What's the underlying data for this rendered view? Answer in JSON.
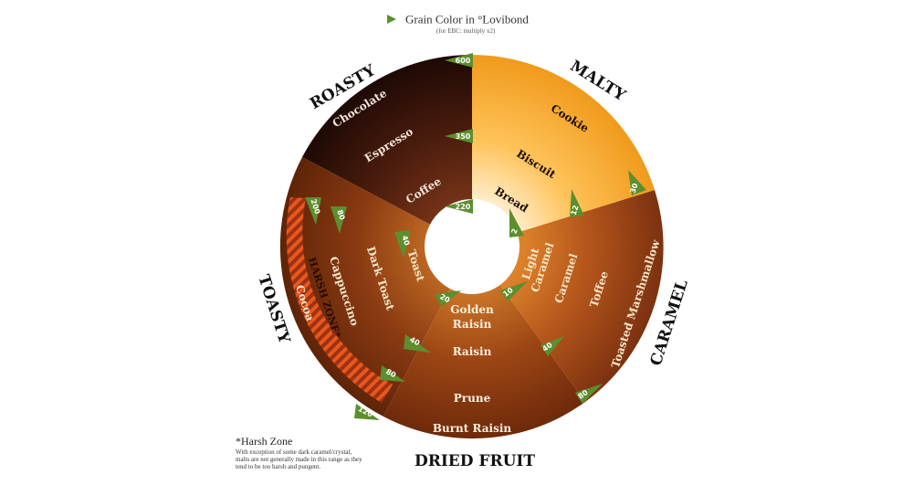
{
  "legend": {
    "title": "Grain Color in °Lovibond",
    "subtitle": "(for EBC: multiply x2)"
  },
  "note": {
    "title": "*Harsh Zone",
    "text_line1": "With exception of some dark caramel/crystal,",
    "text_line2": "malts are not generally made in this range as they",
    "text_line3": "tend to be too harsh and pungent."
  },
  "categories": {
    "roasty": "ROASTY",
    "malty": "MALTY",
    "caramel": "CARAMEL",
    "dried_fruit": "DRIED FRUIT",
    "toasty": "TOASTY"
  },
  "flavors": {
    "chocolate": "Chocolate",
    "espresso": "Espresso",
    "coffee": "Coffee",
    "cookie": "Cookie",
    "biscuit": "Biscuit",
    "bread": "Bread",
    "light_caramel_1": "Light",
    "light_caramel_2": "Caramel",
    "caramel": "Caramel",
    "toffee": "Toffee",
    "toasted_marshmallow": "Toasted Marshmallow",
    "golden_raisin_1": "Golden",
    "golden_raisin_2": "Raisin",
    "raisin": "Raisin",
    "prune": "Prune",
    "burnt_raisin": "Burnt Raisin",
    "toast": "Toast",
    "dark_toast": "Dark Toast",
    "cappuccino": "Cappuccino",
    "cocoa": "Cocoa",
    "harsh_zone": "HARSH ZONE*"
  },
  "markers": {
    "m600": "600",
    "m350": "350",
    "m220": "220",
    "m30": "30",
    "m12": "12",
    "m2": "2",
    "m10": "10",
    "m40c": "40",
    "m80c": "80",
    "m20": "20",
    "m40d": "40",
    "m80d": "80",
    "m120": "120",
    "m40t": "40",
    "m80t": "80",
    "m200": "200"
  },
  "colors": {
    "roasty": "#2a0f08",
    "malty": "#f5a623",
    "caramel": "#a8481a",
    "dried_fruit": "#8a3710",
    "toasty": "#7a2e0c",
    "marker": "#5c8f2e",
    "harsh": "#e8541c"
  }
}
